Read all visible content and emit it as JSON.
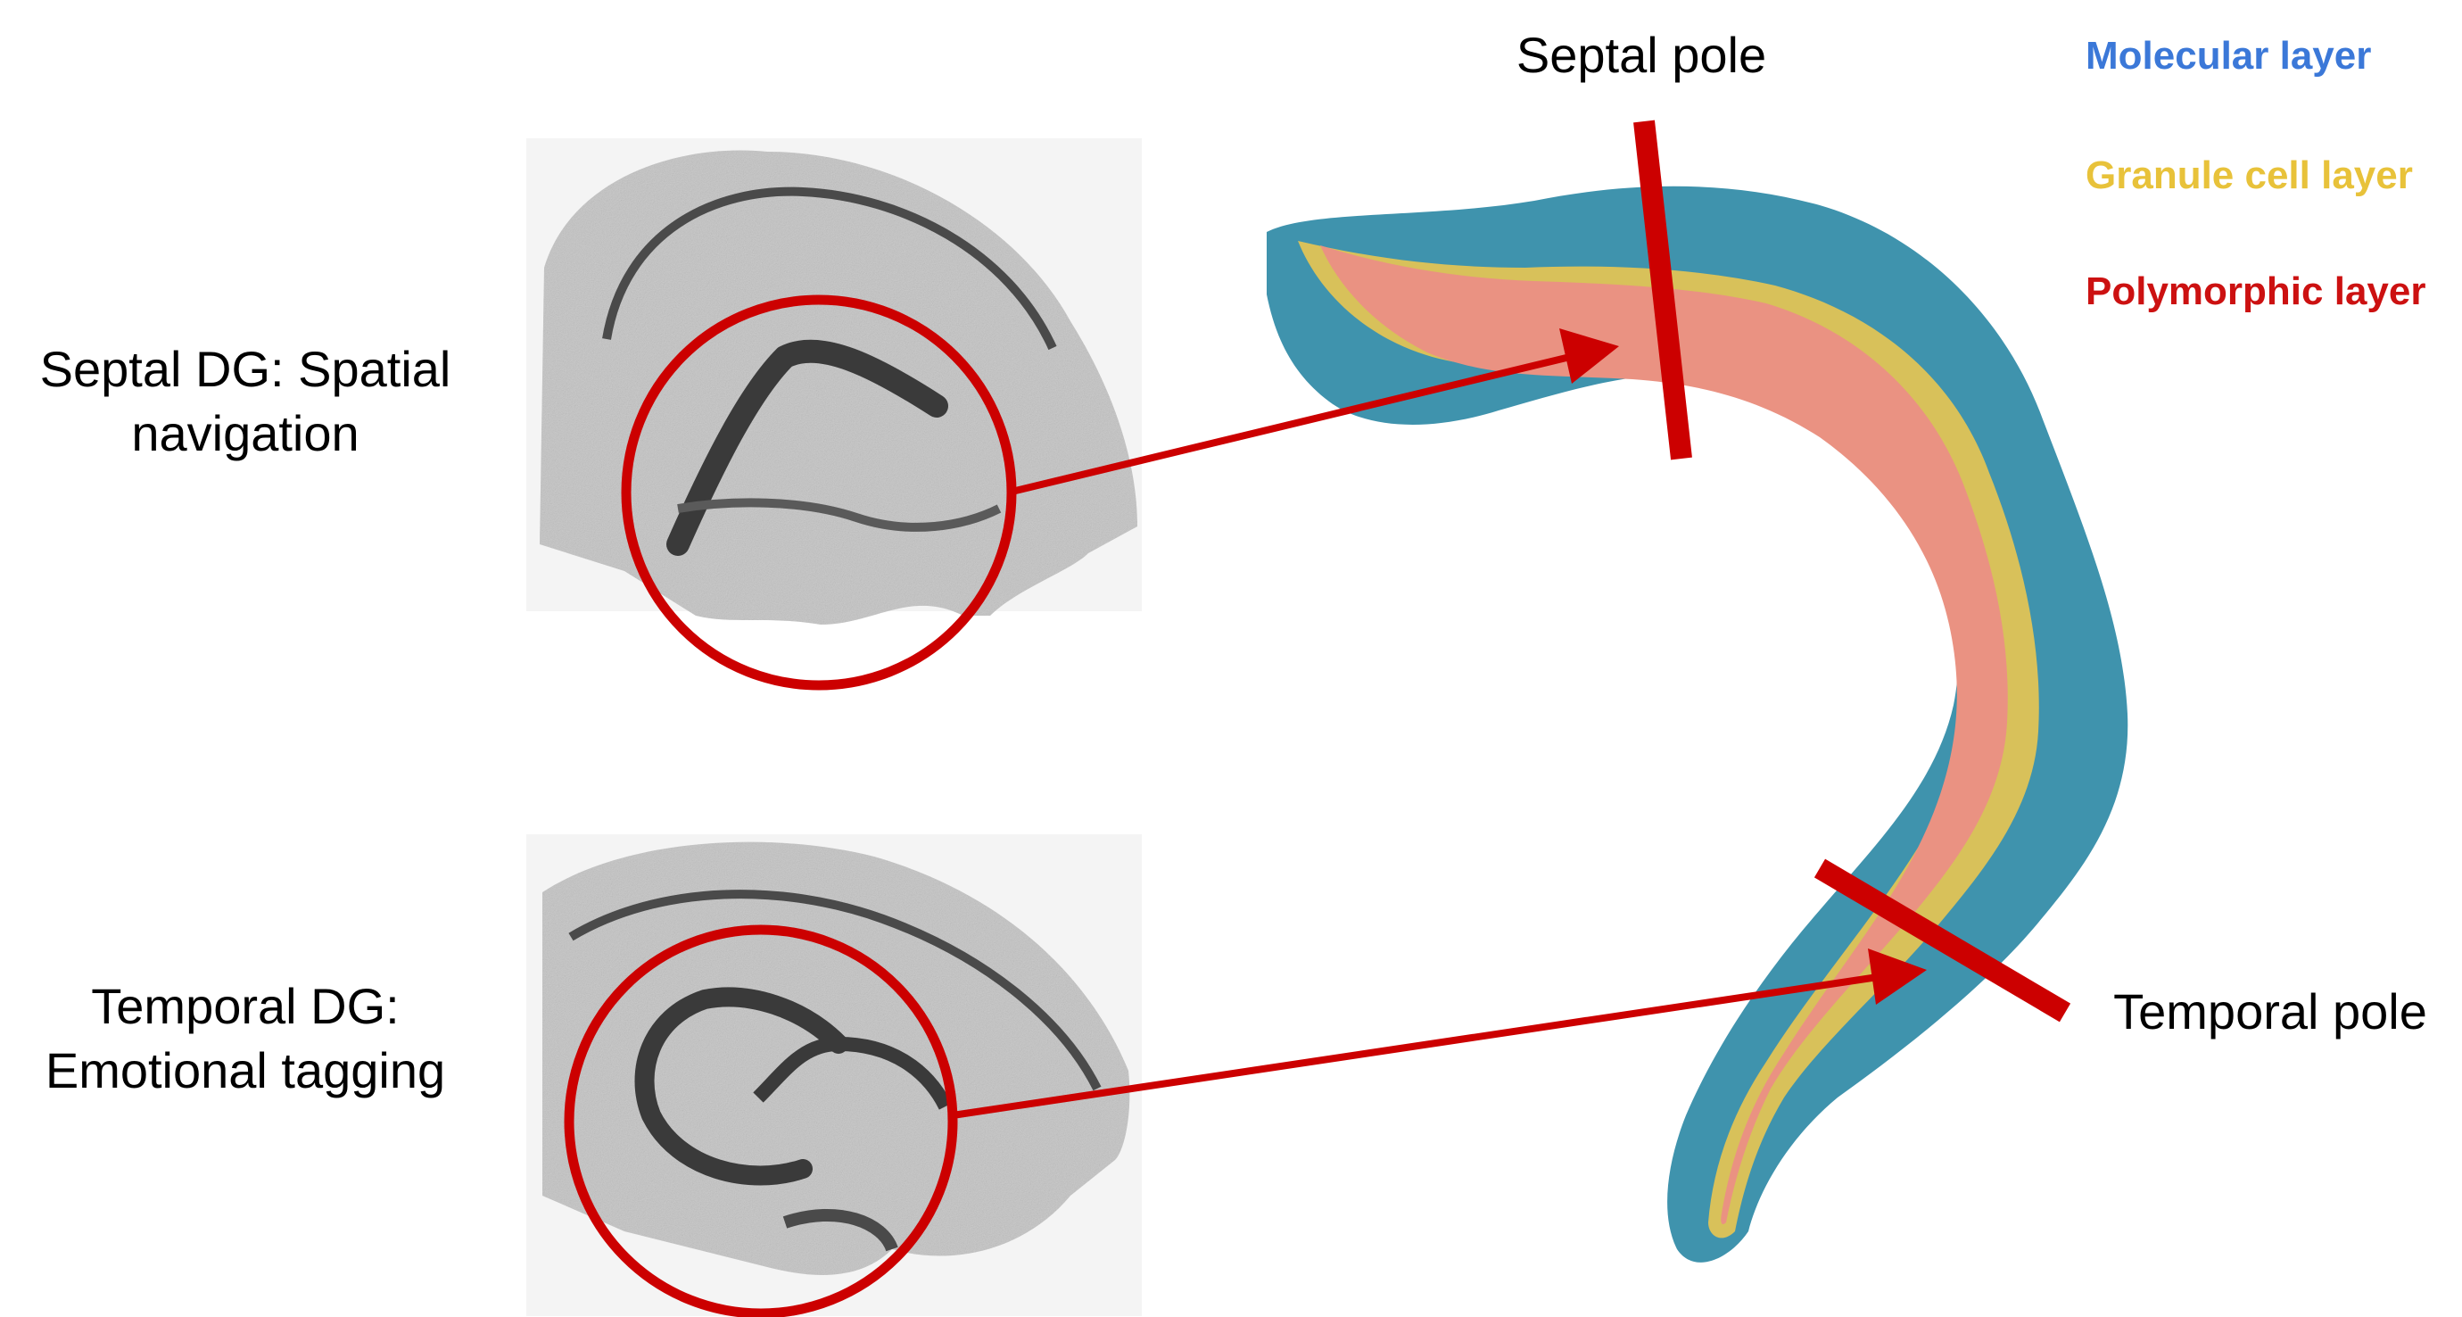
{
  "labels": {
    "septal_dg": "Septal DG: Spatial\nnavigation",
    "temporal_dg": "Temporal DG:\nEmotional tagging",
    "septal_pole": "Septal pole",
    "temporal_pole": "Temporal pole"
  },
  "legend": {
    "molecular": {
      "text": "Molecular layer",
      "color": "#3b78d8"
    },
    "granule": {
      "text": "Granule cell layer",
      "color": "#e8c23a"
    },
    "polymorphic": {
      "text": "Polymorphic layer",
      "color": "#cc1111"
    }
  },
  "colors": {
    "highlight_red": "#cc0000",
    "molecular_fill": "#3f93ad",
    "granule_fill": "#d8c15a",
    "polymorphic_fill": "#ea9282",
    "section_bg": "#f3f3f3",
    "section_tissue": "#b8b8b8",
    "section_dark": "#3a3a3a"
  }
}
